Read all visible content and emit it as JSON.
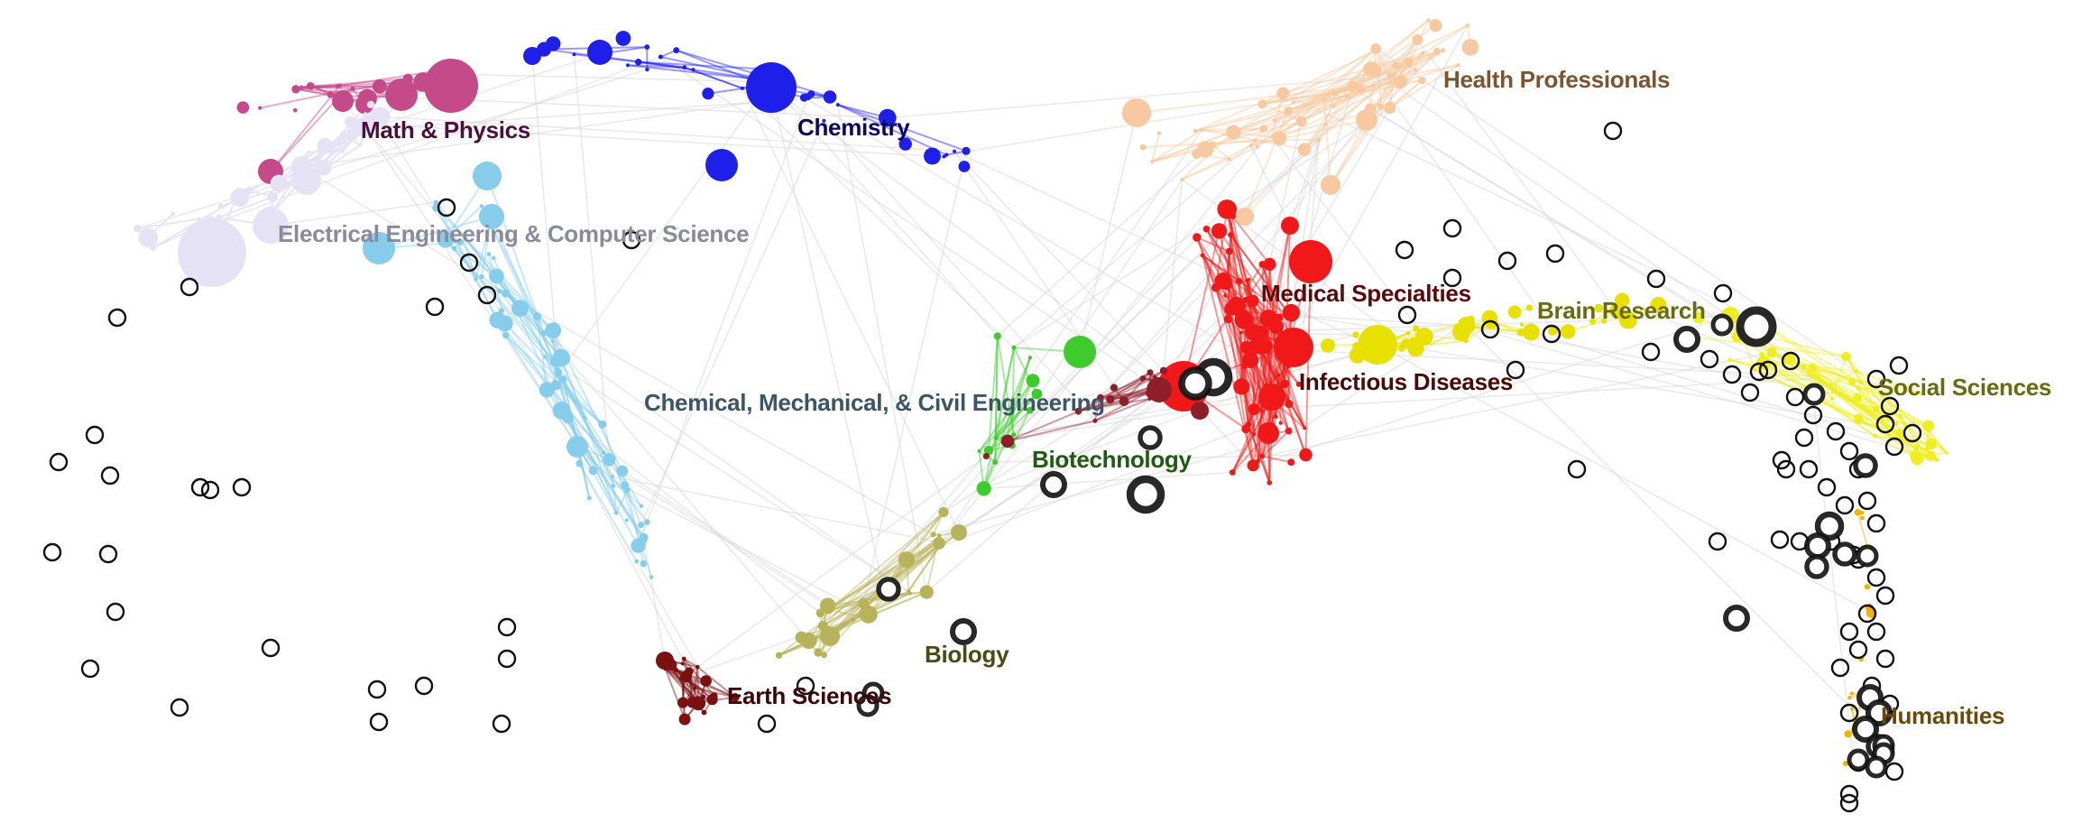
{
  "diagram": {
    "clusters": [
      {
        "key": "math",
        "label": "Math & Physics",
        "color": "#C44A8A",
        "text_color": "#4A0F3A",
        "size": 1.4
      },
      {
        "key": "chem",
        "label": "Chemistry",
        "color": "#1F1FEA",
        "text_color": "#0B0B5A",
        "size": 1.3
      },
      {
        "key": "eecs",
        "label": "Electrical Engineering & Computer Science",
        "color": "#E4E2F4",
        "text_color": "#8A8A9A",
        "size": 1.5
      },
      {
        "key": "ceng",
        "label": "Chemical, Mechanical, & Civil Engineering",
        "color": "#86CDEB",
        "text_color": "#3A5566",
        "size": 1.1
      },
      {
        "key": "biotech",
        "label": "Biotechnology",
        "color": "#3FCB2E",
        "text_color": "#1E5A12",
        "size": 1.0
      },
      {
        "key": "bio",
        "label": "Biology",
        "color": "#B7B35A",
        "text_color": "#4A4A16",
        "size": 1.0
      },
      {
        "key": "earth",
        "label": "Earth Sciences",
        "color": "#7A1010",
        "text_color": "#3A0808",
        "size": 1.0
      },
      {
        "key": "med",
        "label": "Medical Specialties",
        "color": "#F01818",
        "text_color": "#5A0A0A",
        "size": 1.3
      },
      {
        "key": "infect",
        "label": "Infectious Diseases",
        "color": "#8E1E2A",
        "text_color": "#4A0A0A",
        "size": 1.2
      },
      {
        "key": "health",
        "label": "Health Professionals",
        "color": "#F7C9A0",
        "text_color": "#7A5530",
        "size": 1.1
      },
      {
        "key": "brain",
        "label": "Brain Research",
        "color": "#E8E000",
        "text_color": "#6A6A10",
        "size": 1.2
      },
      {
        "key": "social",
        "label": "Social Sciences",
        "color": "#EEEE20",
        "text_color": "#6A6A10",
        "size": 1.0
      },
      {
        "key": "human",
        "label": "Humanities",
        "color": "#F2B300",
        "text_color": "#6A4A08",
        "size": 1.0
      }
    ],
    "unclassified_node_color": "#111111",
    "edge_color_default": "#D9D9D9"
  }
}
